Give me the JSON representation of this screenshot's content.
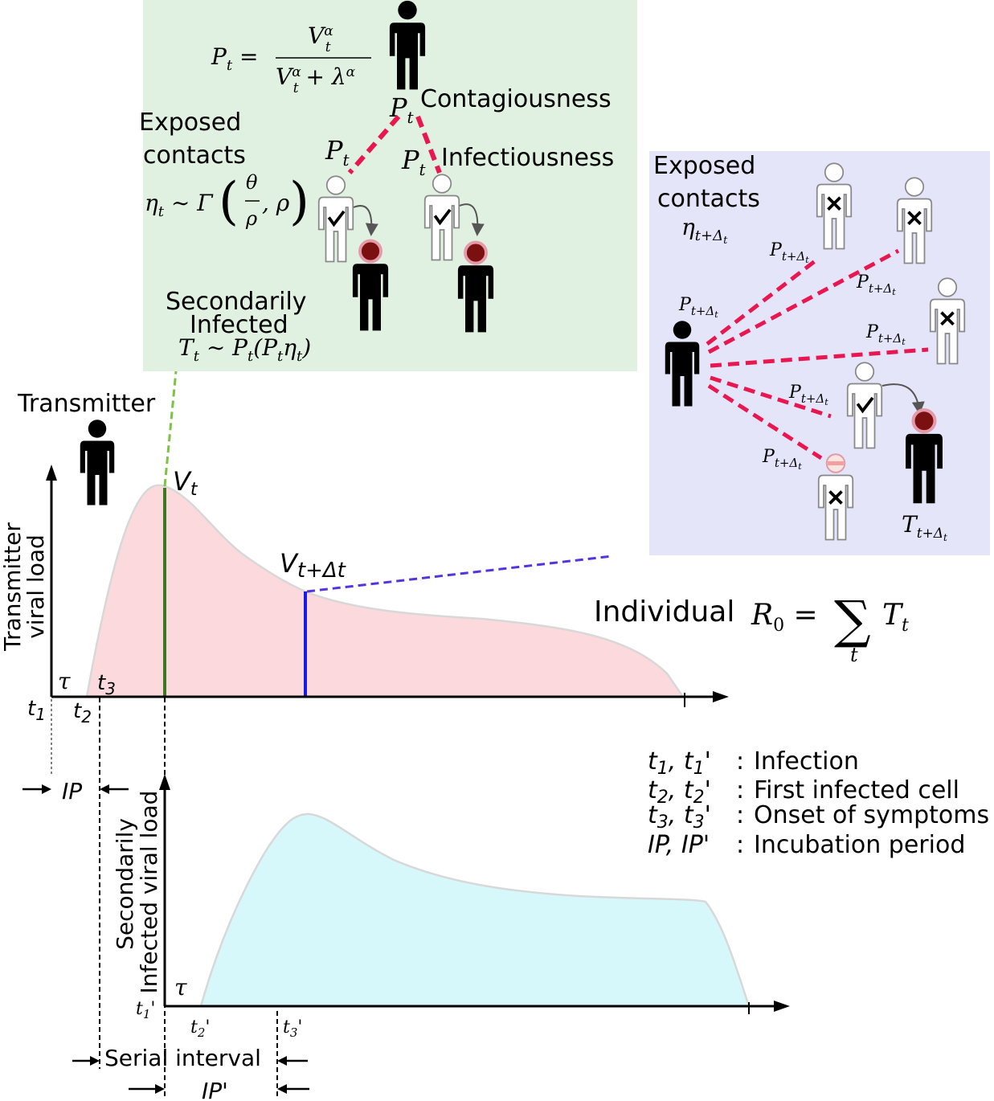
{
  "colors": {
    "green_panel": "#e1f1e1",
    "blue_panel": "#e5e5fa",
    "pink_fill": "#fcd9dd",
    "cyan_fill": "#d7f8fb",
    "contact_line": "#e8174f",
    "green_dash": "#7dc242",
    "blue_dash": "#5533dd",
    "vt_line": "#3d7a1f",
    "vtdt_line": "#1a1ae6",
    "infected_head": "#7a1010",
    "axis": "#000000"
  },
  "green_panel": {
    "formula_pt": "P_t = V_t^α / (V_t^α + λ^α)",
    "pt_label": "P_t",
    "contagiousness": "Contagiousness",
    "infectiousness": "Infectiousness",
    "exposed_line1": "Exposed",
    "exposed_line2": "contacts",
    "eta_formula": "η_t ~ Γ(θ/ρ, ρ)",
    "secondarily_line1": "Secondarily",
    "secondarily_line2": "Infected",
    "tt_formula": "T_t ~ P_t(P_t η_t)"
  },
  "blue_panel": {
    "exposed_line1": "Exposed",
    "exposed_line2": "contacts",
    "eta_label": "η_{t+Δt}",
    "p_label": "P_{t+Δt}",
    "t_label": "T_{t+Δt}"
  },
  "top_chart": {
    "transmitter_label": "Transmitter",
    "ylabel_line1": "Transmitter",
    "ylabel_line2": "viral load",
    "vt": "V_t",
    "vtdt": "V_{t+Δt}",
    "tau": "τ",
    "t1": "t1",
    "t2": "t2",
    "t3": "t3",
    "ip": "IP"
  },
  "r0": {
    "prefix": "Individual",
    "formula": "R_0 = Σ_t T_t"
  },
  "legend": [
    {
      "symbols": "t1, t1'",
      "desc": "Infection"
    },
    {
      "symbols": "t2, t2'",
      "desc": "First infected cell"
    },
    {
      "symbols": "t3, t3'",
      "desc": "Onset of symptoms"
    },
    {
      "symbols": "IP, IP'",
      "desc": "Incubation period"
    }
  ],
  "bottom_chart": {
    "ylabel_line1": "Secondarily",
    "ylabel_line2": "Infected viral load",
    "tau": "τ",
    "t1p": "t1'",
    "t2p": "t2'",
    "t3p": "t3'",
    "serial_interval": "Serial interval",
    "ipp": "IP'"
  }
}
